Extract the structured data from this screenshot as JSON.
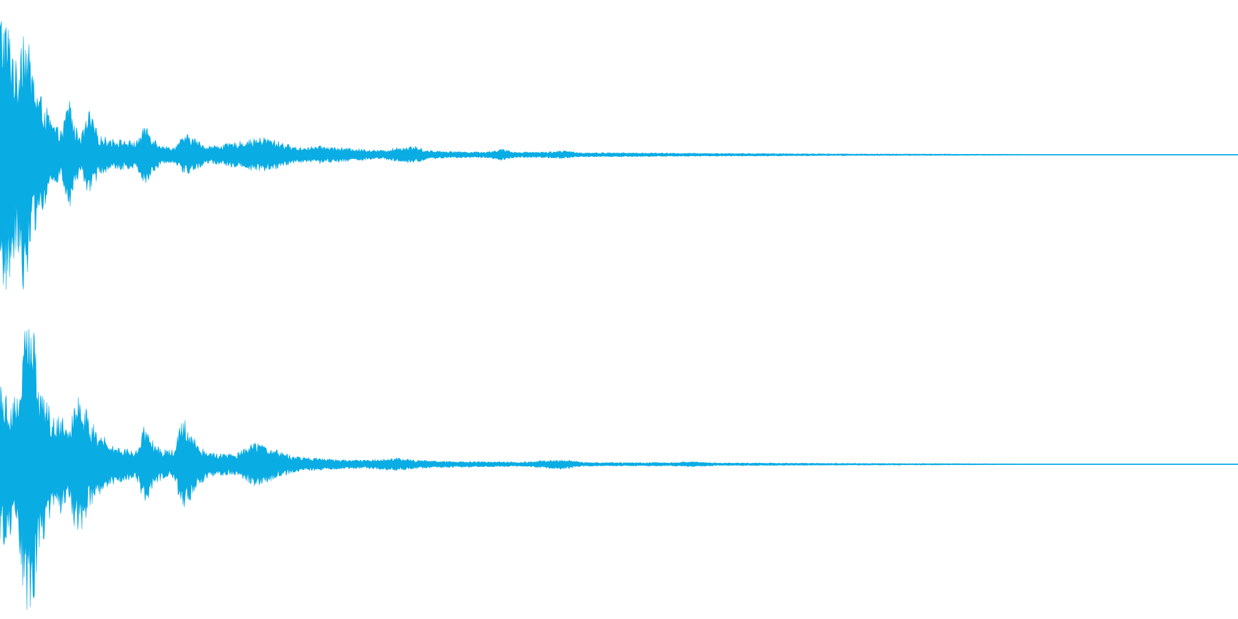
{
  "waveform": {
    "color": "#0aace4",
    "background": "#ffffff",
    "channels": [
      {
        "name": "channel-1",
        "envelope": [
          [
            0.0,
            1.0
          ],
          [
            0.004,
            0.95
          ],
          [
            0.01,
            0.8
          ],
          [
            0.014,
            0.55
          ],
          [
            0.018,
            0.98
          ],
          [
            0.024,
            0.7
          ],
          [
            0.03,
            0.45
          ],
          [
            0.036,
            0.35
          ],
          [
            0.042,
            0.22
          ],
          [
            0.05,
            0.16
          ],
          [
            0.056,
            0.42
          ],
          [
            0.06,
            0.2
          ],
          [
            0.066,
            0.14
          ],
          [
            0.072,
            0.3
          ],
          [
            0.08,
            0.13
          ],
          [
            0.09,
            0.11
          ],
          [
            0.1,
            0.1
          ],
          [
            0.11,
            0.09
          ],
          [
            0.118,
            0.21
          ],
          [
            0.124,
            0.12
          ],
          [
            0.132,
            0.06
          ],
          [
            0.14,
            0.05
          ],
          [
            0.15,
            0.14
          ],
          [
            0.156,
            0.12
          ],
          [
            0.166,
            0.06
          ],
          [
            0.18,
            0.07
          ],
          [
            0.206,
            0.11
          ],
          [
            0.214,
            0.12
          ],
          [
            0.222,
            0.1
          ],
          [
            0.24,
            0.05
          ],
          [
            0.26,
            0.06
          ],
          [
            0.272,
            0.05
          ],
          [
            0.29,
            0.04
          ],
          [
            0.31,
            0.03
          ],
          [
            0.32,
            0.05
          ],
          [
            0.335,
            0.06
          ],
          [
            0.345,
            0.03
          ],
          [
            0.36,
            0.025
          ],
          [
            0.38,
            0.02
          ],
          [
            0.395,
            0.022
          ],
          [
            0.405,
            0.04
          ],
          [
            0.415,
            0.02
          ],
          [
            0.44,
            0.02
          ],
          [
            0.455,
            0.028
          ],
          [
            0.47,
            0.015
          ],
          [
            0.5,
            0.014
          ],
          [
            0.54,
            0.012
          ],
          [
            0.58,
            0.01
          ],
          [
            0.62,
            0.009
          ],
          [
            0.66,
            0.007
          ],
          [
            0.7,
            0.006
          ],
          [
            0.76,
            0.005
          ],
          [
            0.81,
            0.004
          ],
          [
            0.84,
            0.002
          ],
          [
            1.0,
            0.0
          ]
        ]
      },
      {
        "name": "channel-2",
        "envelope": [
          [
            0.0,
            0.6
          ],
          [
            0.006,
            0.48
          ],
          [
            0.014,
            0.46
          ],
          [
            0.02,
            0.95
          ],
          [
            0.026,
            1.0
          ],
          [
            0.032,
            0.6
          ],
          [
            0.038,
            0.42
          ],
          [
            0.044,
            0.3
          ],
          [
            0.05,
            0.35
          ],
          [
            0.056,
            0.26
          ],
          [
            0.06,
            0.45
          ],
          [
            0.066,
            0.46
          ],
          [
            0.072,
            0.3
          ],
          [
            0.08,
            0.22
          ],
          [
            0.09,
            0.14
          ],
          [
            0.1,
            0.11
          ],
          [
            0.11,
            0.1
          ],
          [
            0.118,
            0.3
          ],
          [
            0.124,
            0.14
          ],
          [
            0.132,
            0.1
          ],
          [
            0.14,
            0.1
          ],
          [
            0.148,
            0.33
          ],
          [
            0.154,
            0.24
          ],
          [
            0.16,
            0.14
          ],
          [
            0.17,
            0.08
          ],
          [
            0.19,
            0.07
          ],
          [
            0.206,
            0.15
          ],
          [
            0.216,
            0.12
          ],
          [
            0.226,
            0.09
          ],
          [
            0.24,
            0.05
          ],
          [
            0.26,
            0.04
          ],
          [
            0.28,
            0.03
          ],
          [
            0.3,
            0.03
          ],
          [
            0.32,
            0.045
          ],
          [
            0.335,
            0.03
          ],
          [
            0.35,
            0.025
          ],
          [
            0.37,
            0.02
          ],
          [
            0.4,
            0.018
          ],
          [
            0.42,
            0.015
          ],
          [
            0.455,
            0.035
          ],
          [
            0.47,
            0.014
          ],
          [
            0.5,
            0.012
          ],
          [
            0.54,
            0.012
          ],
          [
            0.56,
            0.018
          ],
          [
            0.58,
            0.01
          ],
          [
            0.62,
            0.009
          ],
          [
            0.66,
            0.007
          ],
          [
            0.7,
            0.006
          ],
          [
            0.76,
            0.005
          ],
          [
            0.8,
            0.004
          ],
          [
            0.84,
            0.003
          ],
          [
            1.0,
            0.0
          ]
        ]
      }
    ]
  }
}
